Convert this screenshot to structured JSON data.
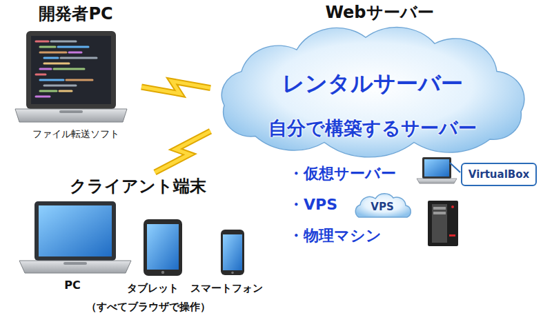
{
  "diagram": {
    "nodes": [
      {
        "text": [
          "開発者PC",
          "ファイル転送ソフト"
        ]
      },
      {
        "text": [
          "Webサーバー",
          "レンタルサーバー",
          "自分で構築するサーバー"
        ]
      },
      {
        "text": [
          "クライアント端末",
          "（すべてブラウザで操作）"
        ]
      },
      {
        "text": [
          "PC"
        ],
        "in": 2
      },
      {
        "text": [
          "タブレット"
        ],
        "in": 2
      },
      {
        "text": [
          "スマートフォン"
        ],
        "in": 2
      },
      {
        "text": [
          "VirtualBox"
        ]
      },
      {
        "text": [
          "VPS"
        ]
      }
    ],
    "edges": [
      {
        "from": 0,
        "to": 1,
        "arrow": "none"
      },
      {
        "from": 2,
        "to": 1,
        "arrow": "none"
      }
    ],
    "labels": [
      "・仮想サーバー",
      "・VPS",
      "・物理マシン"
    ]
  }
}
